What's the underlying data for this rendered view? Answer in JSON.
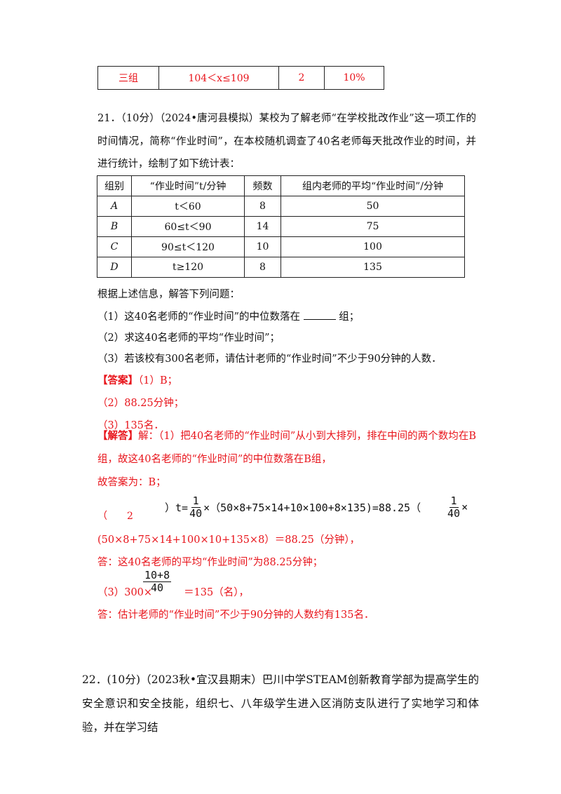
{
  "prev_table": {
    "row": [
      "三组",
      "104＜x≤109",
      "2",
      "10%"
    ]
  },
  "q21": {
    "text": "21．（10分）（2024•唐河县模拟）某校为了解老师“在学校批改作业”这一项工作的时间情况，简称“作业时间”，在本校随机调查了40名老师每天批改作业的时间，并进行统计，绘制了如下统计表：",
    "table": {
      "headers": [
        "组别",
        "“作业时间”t/分钟",
        "频数",
        "组内老师的平均“作业时间”/分钟"
      ],
      "rows": [
        [
          "A",
          "t＜60",
          "8",
          "50"
        ],
        [
          "B",
          "60≤t＜90",
          "14",
          "75"
        ],
        [
          "C",
          "90≤t＜120",
          "10",
          "100"
        ],
        [
          "D",
          "t≥120",
          "8",
          "135"
        ]
      ]
    },
    "intro": "根据上述信息，解答下列问题：",
    "part1_a": "（1）这40名老师的“作业时间”的中位数落在",
    "part1_b": "组；",
    "part2": "（2）求这40名老师的平均“作业时间”；",
    "part3": "（3）若该校有300名老师，请估计老师的“作业时间”不少于90分钟的人数．",
    "answer_tag": "【答案】",
    "answer1": "（1）B；",
    "answer2": "（2）88.25分钟；",
    "answer3": "（3）135名．",
    "solution_tag": "【解答】",
    "solution_p1": "解：（1）把40名老师的“作业时间”从小到大排列，排在中间的两个数均在B组，故这40名老师的“作业时间”的中位数落在B组，",
    "solution_p2": "故答案为：B；",
    "formula_left": "（　　2",
    "formula_t": "）t=",
    "frac_num": "1",
    "frac_den": "40",
    "formula_body": "×（50×8+75×14+10×100+8×135)=88.25（",
    "frac2_num": "1",
    "frac2_den": "40",
    "formula_end": "×",
    "solution_p3": "(50×8+75×14+100×10+135×8）＝88.25（分钟），",
    "solution_p4": "答：这40名老师的平均“作业时间”为88.25分钟；",
    "part3_frac_num": "10+8",
    "part3_frac_den": "40",
    "solution_p5_a": "（3）300×",
    "solution_p5_b": "＝135（名），",
    "solution_p6": "答：估计老师的“作业时间”不少于90分钟的人数约有135名．"
  },
  "q22": {
    "text": "22．(10分)（2023秋•宜汉县期末）巴川中学STEAM创新教育学部为提高学生的安全意识和安全技能，组织七、八年级学生进入区消防支队进行了实地学习和体验，并在学习结"
  }
}
